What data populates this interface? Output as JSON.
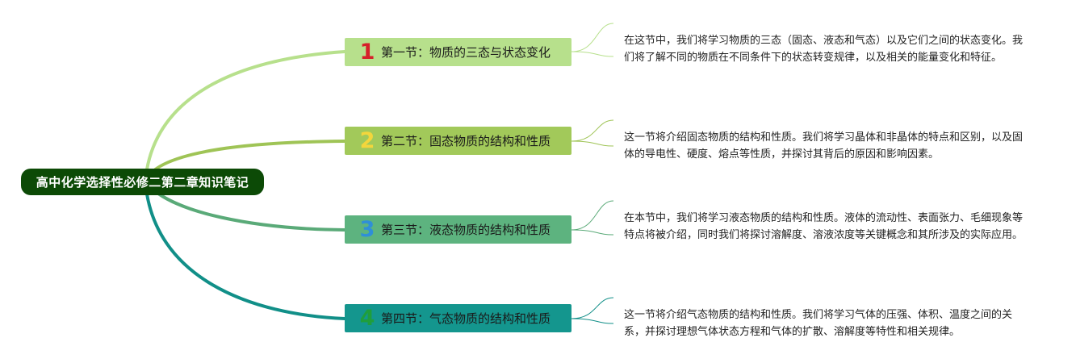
{
  "root": {
    "title": "高中化学选择性必修二第二章知识笔记",
    "color": "#0c4a06"
  },
  "sections": [
    {
      "number": "1",
      "title": "第一节：物质的三态与状态变化",
      "bg": "#b7e08c",
      "branch_color": "#b7e08c",
      "number_color": "#d6202a",
      "note": "在这节中，我们将学习物质的三态（固态、液态和气态）以及它们之间的状态变化。我们将了解不同的物质在不同条件下的状态转变规律，以及相关的能量变化和特征。"
    },
    {
      "number": "2",
      "title": "第二节：固态物质的结构和性质",
      "bg": "#a2c95a",
      "branch_color": "#9fc456",
      "number_color": "#f3d63c",
      "note": "这一节将介绍固态物质的结构和性质。我们将学习晶体和非晶体的特点和区别，以及固体的导电性、硬度、熔点等性质，并探讨其背后的原因和影响因素。"
    },
    {
      "number": "3",
      "title": "第三节：液态物质的结构和性质",
      "bg": "#5db37f",
      "branch_color": "#5aaa78",
      "number_color": "#2f8fd8",
      "note": "在本节中，我们将学习液态物质的结构和性质。液体的流动性、表面张力、毛细现象等特点将被介绍，同时我们将探讨溶解度、溶液浓度等关键概念和其所涉及的实际应用。"
    },
    {
      "number": "4",
      "title": "第四节：气态物质的结构和性质",
      "bg": "#14968e",
      "branch_color": "#118f88",
      "number_color": "#1f9e3c",
      "note": "这一节将介绍气态物质的结构和性质。我们将学习气体的压强、体积、温度之间的关系，并探讨理想气体状态方程和气体的扩散、溶解度等特性和相关规律。"
    }
  ]
}
